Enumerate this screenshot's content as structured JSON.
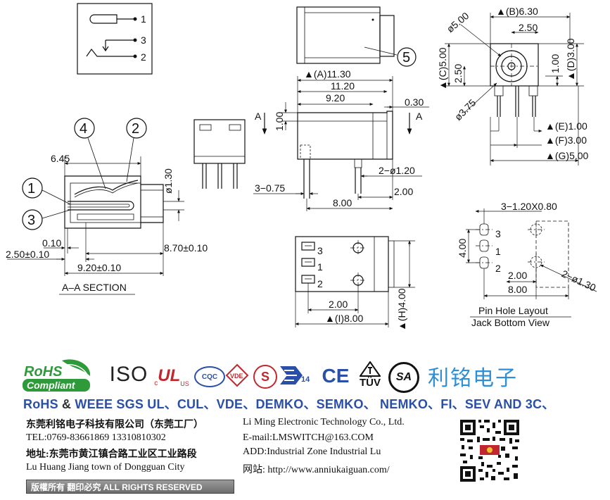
{
  "drawing": {
    "schematic_pins": [
      "1",
      "3",
      "2"
    ],
    "callouts": [
      "4",
      "2",
      "1",
      "3",
      "5"
    ],
    "section": {
      "dims": [
        "6.45",
        "ø1.30",
        "0.10",
        "2.50±0.10",
        "8.70±0.10",
        "9.20±0.10"
      ],
      "caption": "A–A SECTION"
    },
    "side": {
      "dims": [
        "▲(A)11.30",
        "11.20",
        "9.20",
        "0.30",
        "1.00",
        "A",
        "A",
        "2−ø1.20",
        "3−0.75",
        "2.00",
        "8.00"
      ]
    },
    "front": {
      "dims": [
        "▲(B)6.30",
        "2.50",
        "ø5.00",
        "▲(C)5.00",
        "2.50",
        "1.00",
        "▲(D)3.00",
        "ø3.75",
        "▲(E)1.00",
        "▲(F)3.00",
        "▲(G)5.00"
      ]
    },
    "bottom": {
      "pins": [
        "3",
        "1",
        "2"
      ],
      "dims": [
        "2.00",
        "▲(I)8.00",
        "▲(H)4.00"
      ]
    },
    "layout": {
      "dims": [
        "3−1.20X0.80",
        "4.00",
        "2.00",
        "8.00",
        "2−ø1.30"
      ],
      "pins": [
        "3",
        "1",
        "2"
      ],
      "caption_1": "Pin Hole Layout",
      "caption_2": "Jack Bottom View"
    }
  },
  "certs": {
    "rohs_top": "RoHS",
    "rohs_bottom": "Compliant",
    "iso": "ISO",
    "ul_c": "c",
    "ul": "UL",
    "ul_us": "US",
    "cqc": "CQC",
    "vde": "VDE",
    "semko": "S",
    "demko_num": "14",
    "ce": "CE",
    "tuv": "TÜV",
    "csa": "SA",
    "company_cn": "利铭电子"
  },
  "standards_line": {
    "rohs": "RoHS",
    "amp": "&",
    "rest": "WEEE SGS UL、CUL、VDE、DEMKO、SEMKO、 NEMKO、FI、SEV AND 3C、"
  },
  "company": {
    "name_cn": "东莞利铭电子科技有限公司（东莞工厂）",
    "tel": "TEL:0769-83661869    13310810302",
    "addr_cn": "地址:东莞市黄江镇合路工业区工业路段",
    "addr_en_cn": "Lu Huang Jiang town of Dongguan City",
    "name_en": "Li Ming Electronic Technology Co., Ltd.",
    "email": "E-mail:LMSWITCH@163.COM",
    "addr_en": "ADD:Industrial  Zone  Industrial  Lu",
    "website": "网站:  http://www.anniukaiguan.com/",
    "rights": "版權所有  翻印必究    ALL RIGHTS RESERVED"
  },
  "colors": {
    "rohs_green": "#2e9a3a",
    "blue": "#2a4fa8",
    "red": "#c0282e",
    "company_cn": "#2d8fd6"
  }
}
